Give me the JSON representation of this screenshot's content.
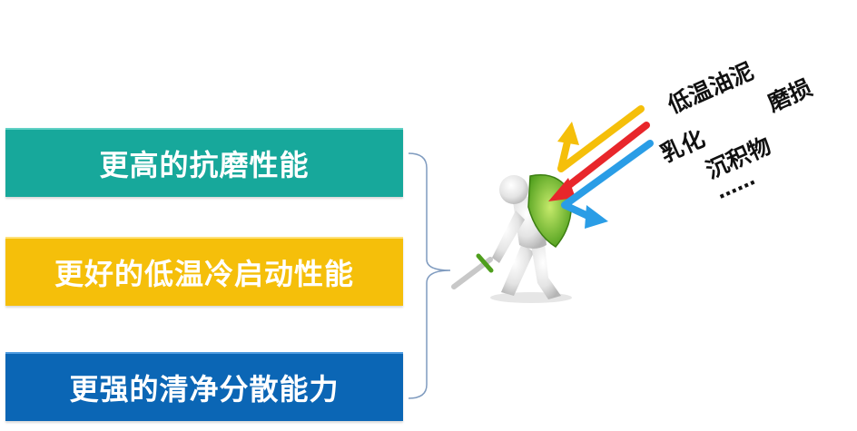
{
  "benefits": [
    {
      "label": "更高的抗磨性能",
      "color": "#17a89b"
    },
    {
      "label": "更好的低温冷启动性能",
      "color": "#f5bf0a"
    },
    {
      "label": "更强的清净分散能力",
      "color": "#0b66b5"
    }
  ],
  "threats": {
    "sludge": "低温油泥",
    "wear": "磨损",
    "emulsion": "乳化",
    "deposits": "沉积物",
    "more": "……"
  },
  "arrow_colors": [
    "#f5bf0a",
    "#e8262b",
    "#2a9de6"
  ],
  "icons": {
    "figure": "warrior-with-shield-and-sword-icon"
  }
}
